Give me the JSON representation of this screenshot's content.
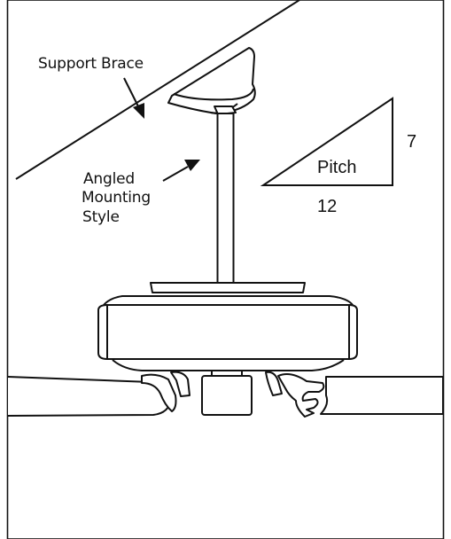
{
  "diagram": {
    "labels": {
      "support_brace": "Support Brace",
      "mounting_style": [
        "Angled",
        "Mounting",
        "Style"
      ],
      "pitch": "Pitch",
      "rise": "7",
      "run": "12"
    },
    "colors": {
      "line": "#111111",
      "background": "#ffffff"
    }
  }
}
